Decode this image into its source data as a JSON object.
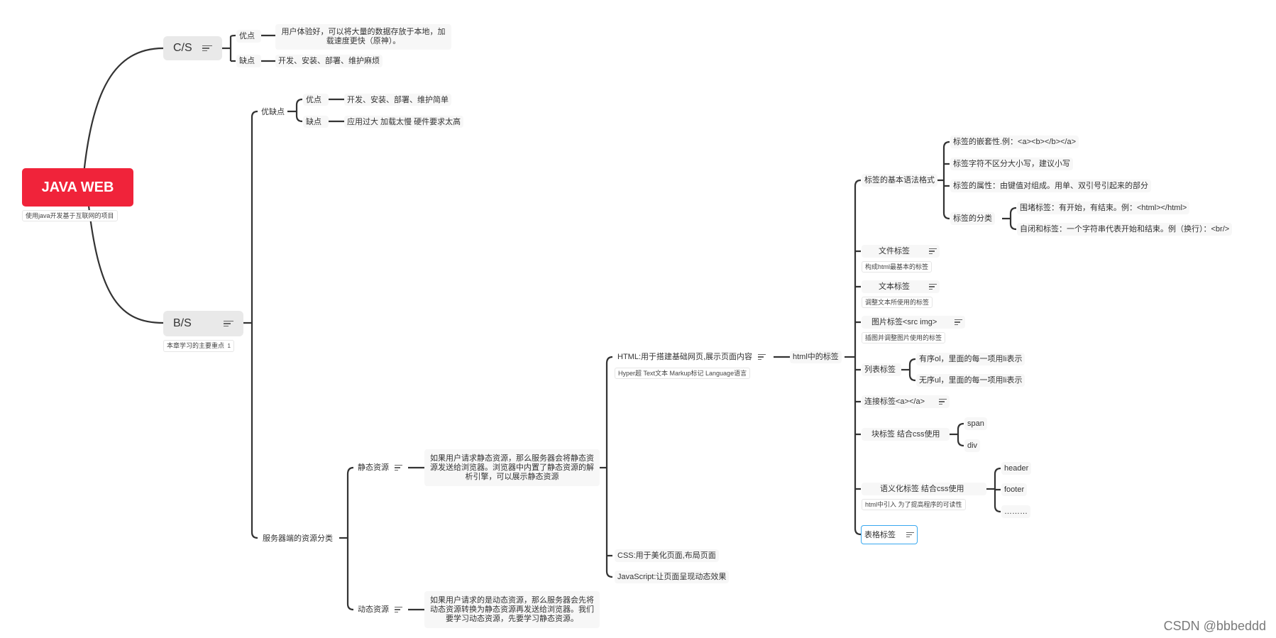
{
  "root": {
    "title": "JAVA WEB",
    "note": "使用java开发基于互联网的项目"
  },
  "cs": {
    "label": "C/S",
    "pro_label": "优点",
    "pro_text": "用户体验好，可以将大量的数据存放于本地，加载速度更快（原神）。",
    "con_label": "缺点",
    "con_text": "开发、安装、部署、维护麻烦"
  },
  "bs": {
    "label": "B/S",
    "note": "本章学习的主要重点",
    "note_badge": "1",
    "proscons": {
      "label": "优缺点",
      "pro_label": "优点",
      "pro_text": "开发、安装、部署、维护简单",
      "con_label": "缺点",
      "con_text": "应用过大 加载太慢 硬件要求太高"
    },
    "resources": {
      "label": "服务器端的资源分类",
      "static": {
        "label": "静态资源",
        "desc": "如果用户请求静态资源，那么服务器会将静态资源发送给浏览器。浏览器中内置了静态资源的解析引擎，可以展示静态资源"
      },
      "dynamic": {
        "label": "动态资源",
        "desc": "如果用户请求的是动态资源，那么服务器会先将动态资源转换为静态资源再发送给浏览器。我们要学习动态资源，先要学习静态资源。"
      },
      "html": {
        "label": "HTML:用于搭建基础网页,展示页面内容",
        "note": "Hyper超 Text文本 Markup标记 Language语言"
      },
      "css": "CSS:用于美化页面,布局页面",
      "js": "JavaScript:让页面呈现动态效果",
      "html_tags": {
        "label": "html中的标签",
        "syntax": {
          "label": "标签的基本语法格式",
          "nesting": "标签的嵌套性.例：<a><b></b></a>",
          "case": "标签字符不区分大小写，建议小写",
          "attr": "标签的属性：由键值对组成。用单、双引号引起来的部分",
          "category": {
            "label": "标签的分类",
            "paired": "围堵标签：有开始，有结束。例：<html></html>",
            "self": "自闭和标签：一个字符串代表开始和结束。例（换行）：<br/>"
          }
        },
        "file": {
          "label": "文件标签",
          "note": "构成html最基本的标签"
        },
        "text": {
          "label": "文本标签",
          "note": "调整文本所使用的标签"
        },
        "img": {
          "label": "图片标签<src img>",
          "note": "插图并调整图片使用的标签"
        },
        "list": {
          "label": "列表标签",
          "ol": "有序ol，里面的每一项用li表示",
          "ul": "无序ul，里面的每一项用li表示"
        },
        "link": "连接标签<a></a>",
        "block": {
          "label": "块标签 结合css使用",
          "span": "span",
          "div": "div"
        },
        "semantic": {
          "label": "语义化标签 结合css使用",
          "note": "html中引入 为了提高程序的可读性",
          "header": "header",
          "footer": "footer",
          "more": "………"
        },
        "table": "表格标签"
      }
    }
  },
  "watermark": "CSDN @bbbeddd",
  "colors": {
    "root": "#f0233a",
    "line": "#333333",
    "selected": "#38a8ef"
  }
}
